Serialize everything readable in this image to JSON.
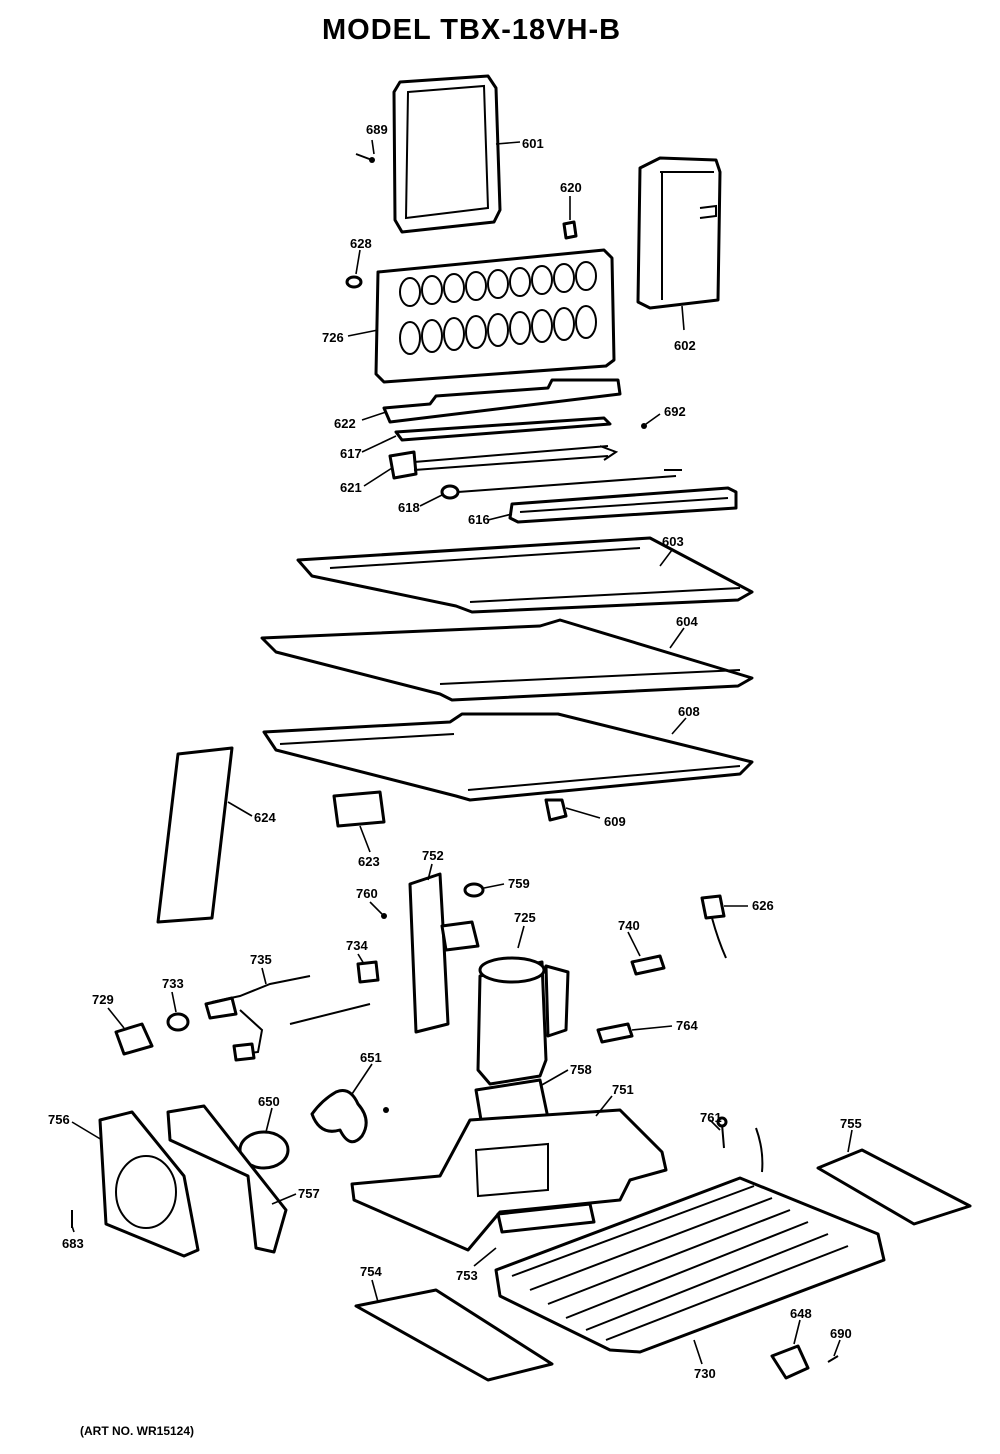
{
  "header": {
    "title": "MODEL TBX-18VH-B"
  },
  "footer": {
    "art_number": "(ART NO. WR15124)"
  },
  "callouts": [
    {
      "id": "689",
      "text": "689"
    },
    {
      "id": "601",
      "text": "601"
    },
    {
      "id": "620",
      "text": "620"
    },
    {
      "id": "628",
      "text": "628"
    },
    {
      "id": "726",
      "text": "726"
    },
    {
      "id": "602",
      "text": "602"
    },
    {
      "id": "622",
      "text": "622"
    },
    {
      "id": "692",
      "text": "692"
    },
    {
      "id": "617",
      "text": "617"
    },
    {
      "id": "621",
      "text": "621"
    },
    {
      "id": "618",
      "text": "618"
    },
    {
      "id": "616",
      "text": "616"
    },
    {
      "id": "603",
      "text": "603"
    },
    {
      "id": "604",
      "text": "604"
    },
    {
      "id": "608",
      "text": "608"
    },
    {
      "id": "624",
      "text": "624"
    },
    {
      "id": "609",
      "text": "609"
    },
    {
      "id": "623",
      "text": "623"
    },
    {
      "id": "752",
      "text": "752"
    },
    {
      "id": "759",
      "text": "759"
    },
    {
      "id": "760",
      "text": "760"
    },
    {
      "id": "725",
      "text": "725"
    },
    {
      "id": "740",
      "text": "740"
    },
    {
      "id": "626",
      "text": "626"
    },
    {
      "id": "734",
      "text": "734"
    },
    {
      "id": "735",
      "text": "735"
    },
    {
      "id": "733",
      "text": "733"
    },
    {
      "id": "729",
      "text": "729"
    },
    {
      "id": "764",
      "text": "764"
    },
    {
      "id": "651",
      "text": "651"
    },
    {
      "id": "758",
      "text": "758"
    },
    {
      "id": "751",
      "text": "751"
    },
    {
      "id": "650",
      "text": "650"
    },
    {
      "id": "756",
      "text": "756"
    },
    {
      "id": "761",
      "text": "761"
    },
    {
      "id": "755",
      "text": "755"
    },
    {
      "id": "757",
      "text": "757"
    },
    {
      "id": "683",
      "text": "683"
    },
    {
      "id": "753",
      "text": "753"
    },
    {
      "id": "754",
      "text": "754"
    },
    {
      "id": "648",
      "text": "648"
    },
    {
      "id": "690",
      "text": "690"
    },
    {
      "id": "730",
      "text": "730"
    }
  ]
}
